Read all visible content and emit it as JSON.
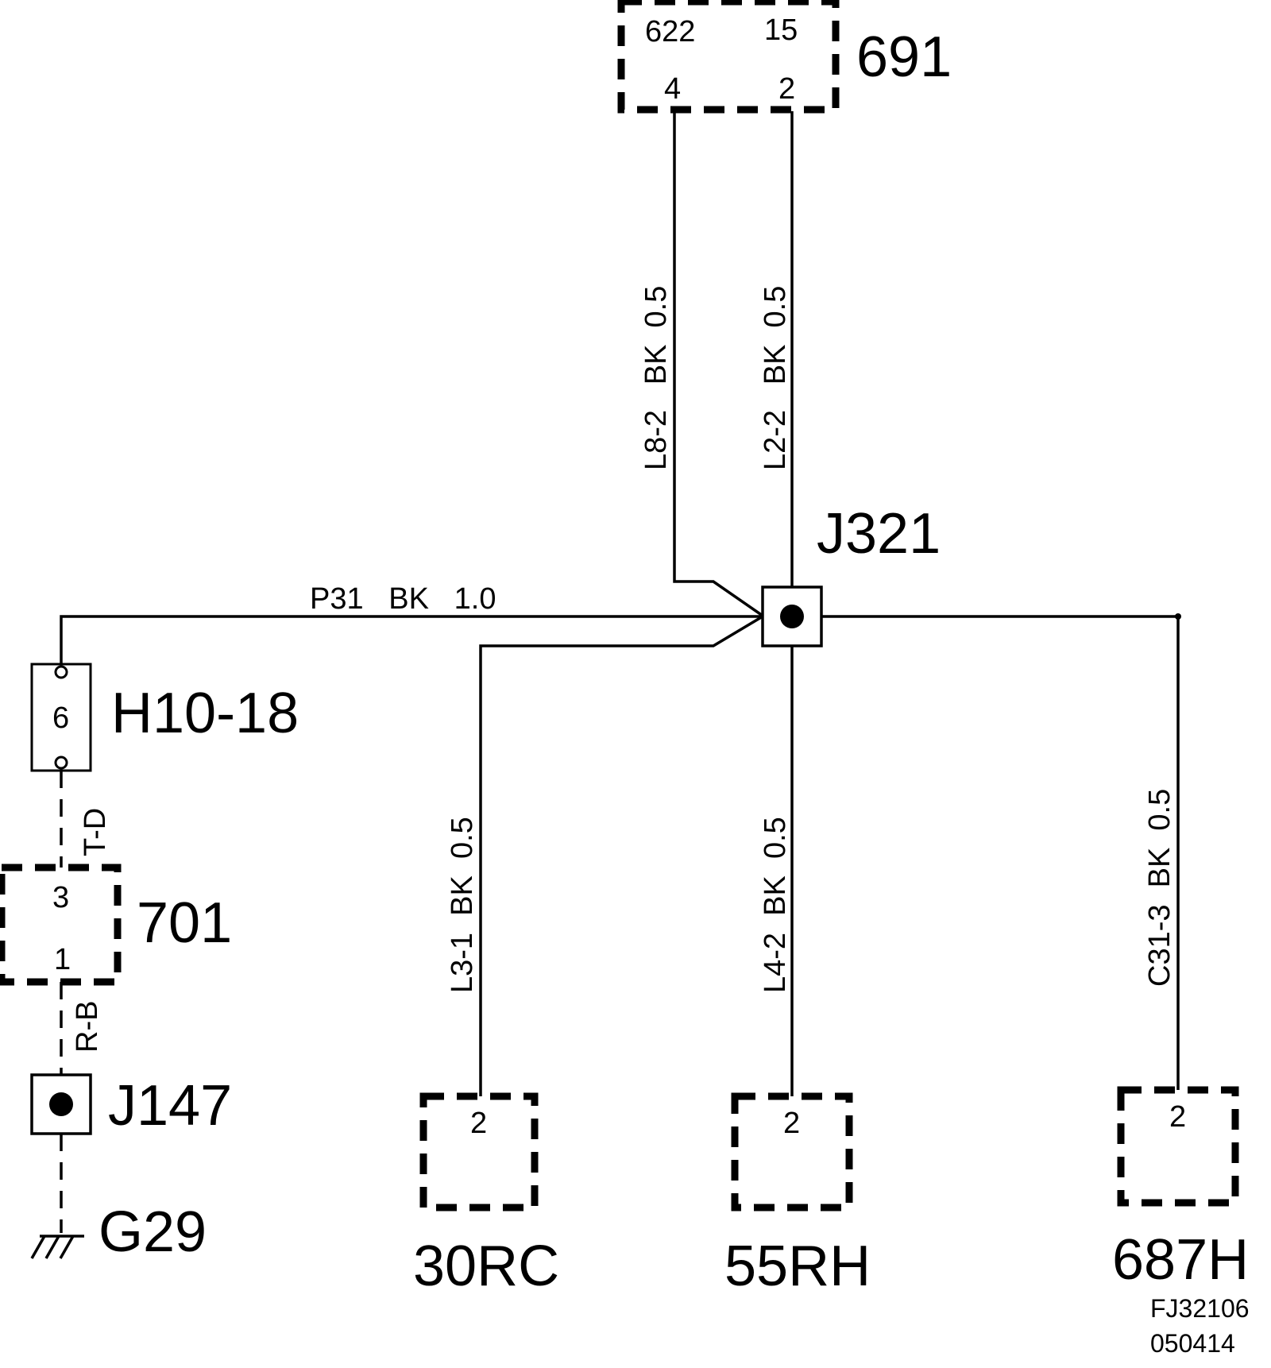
{
  "components": {
    "c691": {
      "name": "691",
      "pin_tl": "622",
      "pin_tr": "15",
      "pin_bl": "4",
      "pin_br": "2"
    },
    "j321": {
      "name": "J321"
    },
    "h1018": {
      "name": "H10-18",
      "pin": "6"
    },
    "c701": {
      "name": "701",
      "pin_top": "3",
      "pin_bottom": "1"
    },
    "j147": {
      "name": "J147"
    },
    "g29": {
      "name": "G29"
    },
    "c30rc": {
      "name": "30RC",
      "pin": "2"
    },
    "c55rh": {
      "name": "55RH",
      "pin": "2"
    },
    "c687h": {
      "name": "687H",
      "pin": "2"
    }
  },
  "wires": {
    "l82": "L8-2   BK  0.5",
    "l22": "L2-2   BK  0.5",
    "p31": "P31   BK   1.0",
    "l31": "L3-1  BK  0.5",
    "l42": "L4-2  BK  0.5",
    "c313": "C31-3  BK  0.5",
    "td": "T-D",
    "rb": "R-B"
  },
  "footer": {
    "code": "FJ32106",
    "date": "050414"
  }
}
